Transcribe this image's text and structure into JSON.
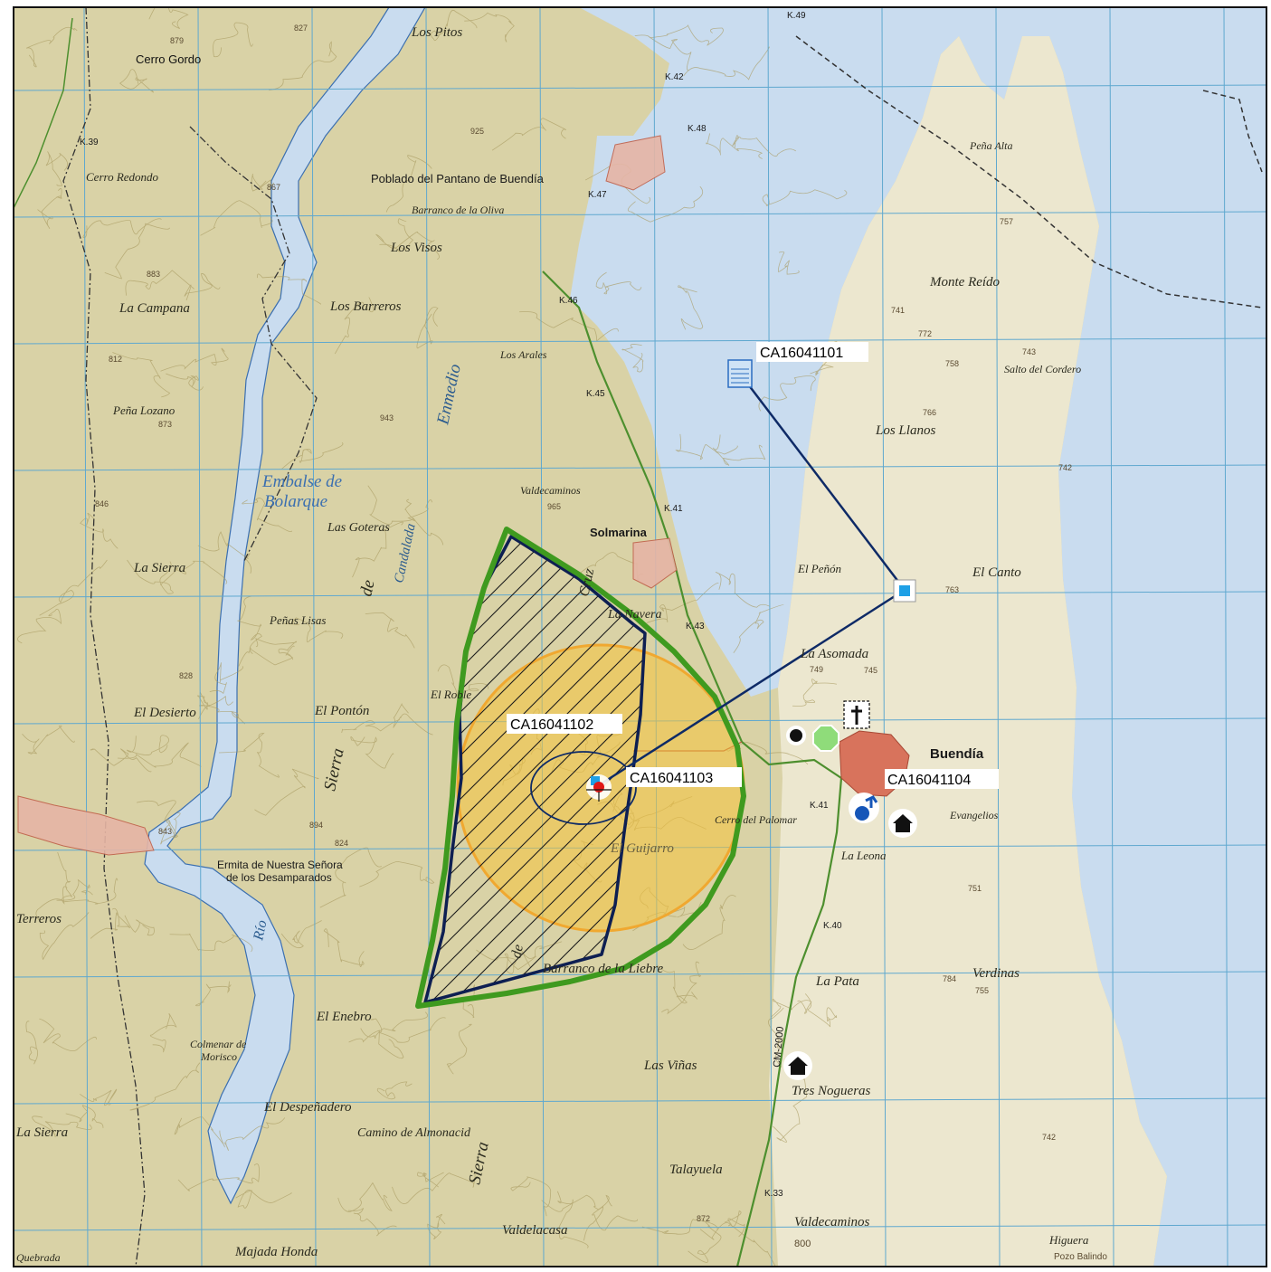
{
  "colors": {
    "water": "#c9dcef",
    "terrain": "#d9d2a6",
    "terrain_dark": "#b9b07e",
    "plateau": "#ece7cf",
    "grid": "#5fa8cf",
    "zone_outer": "#3f9a1f",
    "zone_inner": "#0e1f52",
    "buffer": "#f6c33a",
    "link_line": "#0e2a66",
    "road": "#5a9a3a",
    "rail": "#333333",
    "village": "#d8735c"
  },
  "places": {
    "los_pitos": "Los Pitos",
    "cerro_gordo": "Cerro Gordo",
    "cerro_redondo": "Cerro Redondo",
    "poblado": "Poblado del Pantano de Buendía",
    "barranco_olivo": "Barranco de la Oliva",
    "los_visos": "Los Visos",
    "la_campana": "La Campana",
    "los_barreros": "Los Barreros",
    "pena_lozano": "Peña Lozano",
    "embalse": "Embalse de",
    "bolarque": "Bolarque",
    "las_goteras": "Las Goteras",
    "la_sierra": "La Sierra",
    "penas_lisas": "Peñas Lisas",
    "el_desierto": "El Desierto",
    "el_pontor": "El Pontón",
    "ermita": "Ermita de Nuestra Señora",
    "ermita2": "de los Desamparados",
    "terreros": "Terreros",
    "el_enebro": "El Enebro",
    "colmenar": "Colmenar de",
    "morisco": "Morisco",
    "el_despenadero": "El Despeñadero",
    "camino": "Camino de Almonacid",
    "la_sierra_sw": "La Sierra",
    "majada_honda": "Majada Honda",
    "quebrada": "Quebrada",
    "valdelacasa": "Valdelacasa",
    "talayuela": "Talayuela",
    "valdecaminos": "Valdecaminos",
    "valdecaminos_n": "Valdecaminos",
    "las_vinas": "Las Viñas",
    "tres_nogueras": "Tres Nogueras",
    "la_pata": "La Pata",
    "verdinas": "Verdinas",
    "higuera": "Higuera",
    "pozo_balindo": "Pozo Balindo",
    "barranco_liebre": "Barranco de la Liebre",
    "el_guijarro": "El Guijarro",
    "cerro_palomar": "Cerro del Palomar",
    "la_leona": "La Leona",
    "evangelios": "Evangelios",
    "buendia": "Buendía",
    "la_asomada": "La Asomada",
    "el_penon": "El Peñón",
    "el_canto": "El Canto",
    "los_llanos": "Los Llanos",
    "salto_cordero": "Salto del Cordero",
    "monte_reido": "Monte Reído",
    "pena_alta": "Peña Alta",
    "solmarina": "Solmarina",
    "los_arales": "Los Arales",
    "la_navera": "La Navera",
    "el_roble": "El Roble",
    "sierra": "Sierra",
    "sierra2": "Sierra",
    "de": "de",
    "enmedio": "Enmedio",
    "candalada": "Candalada",
    "rio": "Río",
    "cruz": "Cruz",
    "de2": "de"
  },
  "roads": {
    "k40": "K.40",
    "k41": "K.41",
    "k42": "K.42",
    "k43": "K.43",
    "k45": "K.45",
    "k46": "K.46",
    "k47": "K.47",
    "k48": "K.48",
    "k49": "K.49",
    "k39": "K.39",
    "k33": "K.33",
    "k41b": "K.41",
    "cm2000": "CM-2000"
  },
  "spot_heights": {
    "h763": "763",
    "h745": "745",
    "h749": "749",
    "h757": "757",
    "h758": "758",
    "h741": "741",
    "h772": "772",
    "h743": "743",
    "h766": "766",
    "h742": "742",
    "h751": "751",
    "h784": "784",
    "h755": "755",
    "h742b": "742",
    "h800": "800",
    "h872": "872",
    "h894": "894",
    "h824": "824",
    "h843": "843",
    "h873": "873",
    "h883": "883",
    "h867": "867",
    "h879": "879",
    "h827": "827",
    "h812": "812",
    "h846": "846",
    "h828": "828",
    "h965": "965",
    "h943": "943",
    "h925": "925"
  },
  "codes": {
    "c1101": "CA16041101",
    "c1102": "CA16041102",
    "c1103": "CA16041103",
    "c1104": "CA16041104"
  },
  "icons": [
    "water-tank-icon",
    "square-point-icon",
    "cross-icon",
    "octagon-icon",
    "dot-icon",
    "house-icon",
    "music-person-icon",
    "sensor-point-icon"
  ]
}
